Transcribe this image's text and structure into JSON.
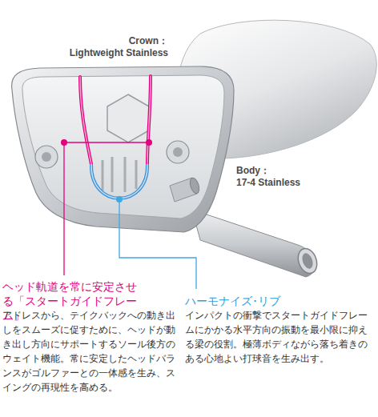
{
  "diagram": {
    "labels": [
      "Crown：",
      "Lightweight Stainless",
      "Body：",
      "17-4 Stainless",
      "ヘッド軌道を常に安定させる「スタートガイドフレーム」",
      "アドレスから、テイクバックへの動き出しをスムーズに促すために、ヘッドが動き出し方向にサポートするソール後方のウェイト機能。常に安定したヘッドバランスがゴルファーとの一体感を生み、スイングの再現性を高める。",
      "ハーモナイズ･リブ",
      "インパクトの衝撃でスタートガイドフレームにかかる水平方向の振動を最小限に抑える梁の役割。極薄ボディながら落ち着きのある心地よい打球音を生み出す。"
    ]
  }
}
